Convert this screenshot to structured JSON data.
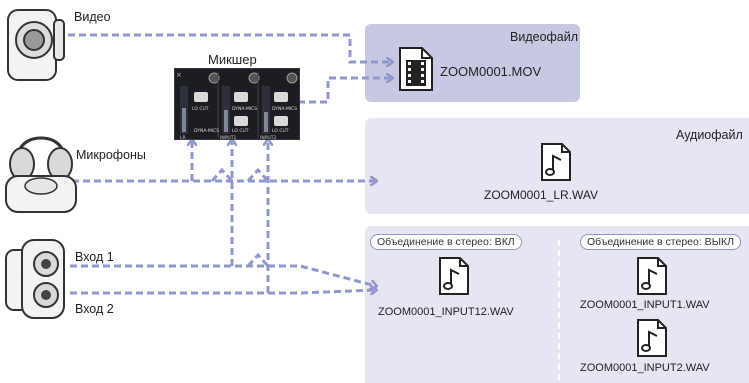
{
  "sources": {
    "video": "Видео",
    "microphones": "Микрофоны",
    "input1": "Вход 1",
    "input2": "Вход 2"
  },
  "mixer": {
    "title": "Микшер",
    "buttons": [
      "LO CUT",
      "DYNA-MICS",
      "LO CUT",
      "DYNA-MICS",
      "LO CUT",
      "DYNA-MICS"
    ],
    "channel_labels": [
      "LR",
      "INPUT1",
      "INPUT2"
    ]
  },
  "video_panel": {
    "title": "Видеофайл",
    "file": "ZOOM0001.MOV"
  },
  "audio_panel": {
    "title": "Аудиофайл",
    "file": "ZOOM0001_LR.WAV"
  },
  "stereo_on": {
    "label": "Объединение в стерео: ВКЛ",
    "file": "ZOOM0001_INPUT12.WAV"
  },
  "stereo_off": {
    "label": "Объединение в стерео: ВЫКЛ",
    "files": [
      "ZOOM0001_INPUT1.WAV",
      "ZOOM0001_INPUT2.WAV"
    ]
  },
  "colors": {
    "panel_video": "#c7c9e2",
    "panel_light": "#e5e6f1",
    "arrow": "#8f97cc"
  }
}
